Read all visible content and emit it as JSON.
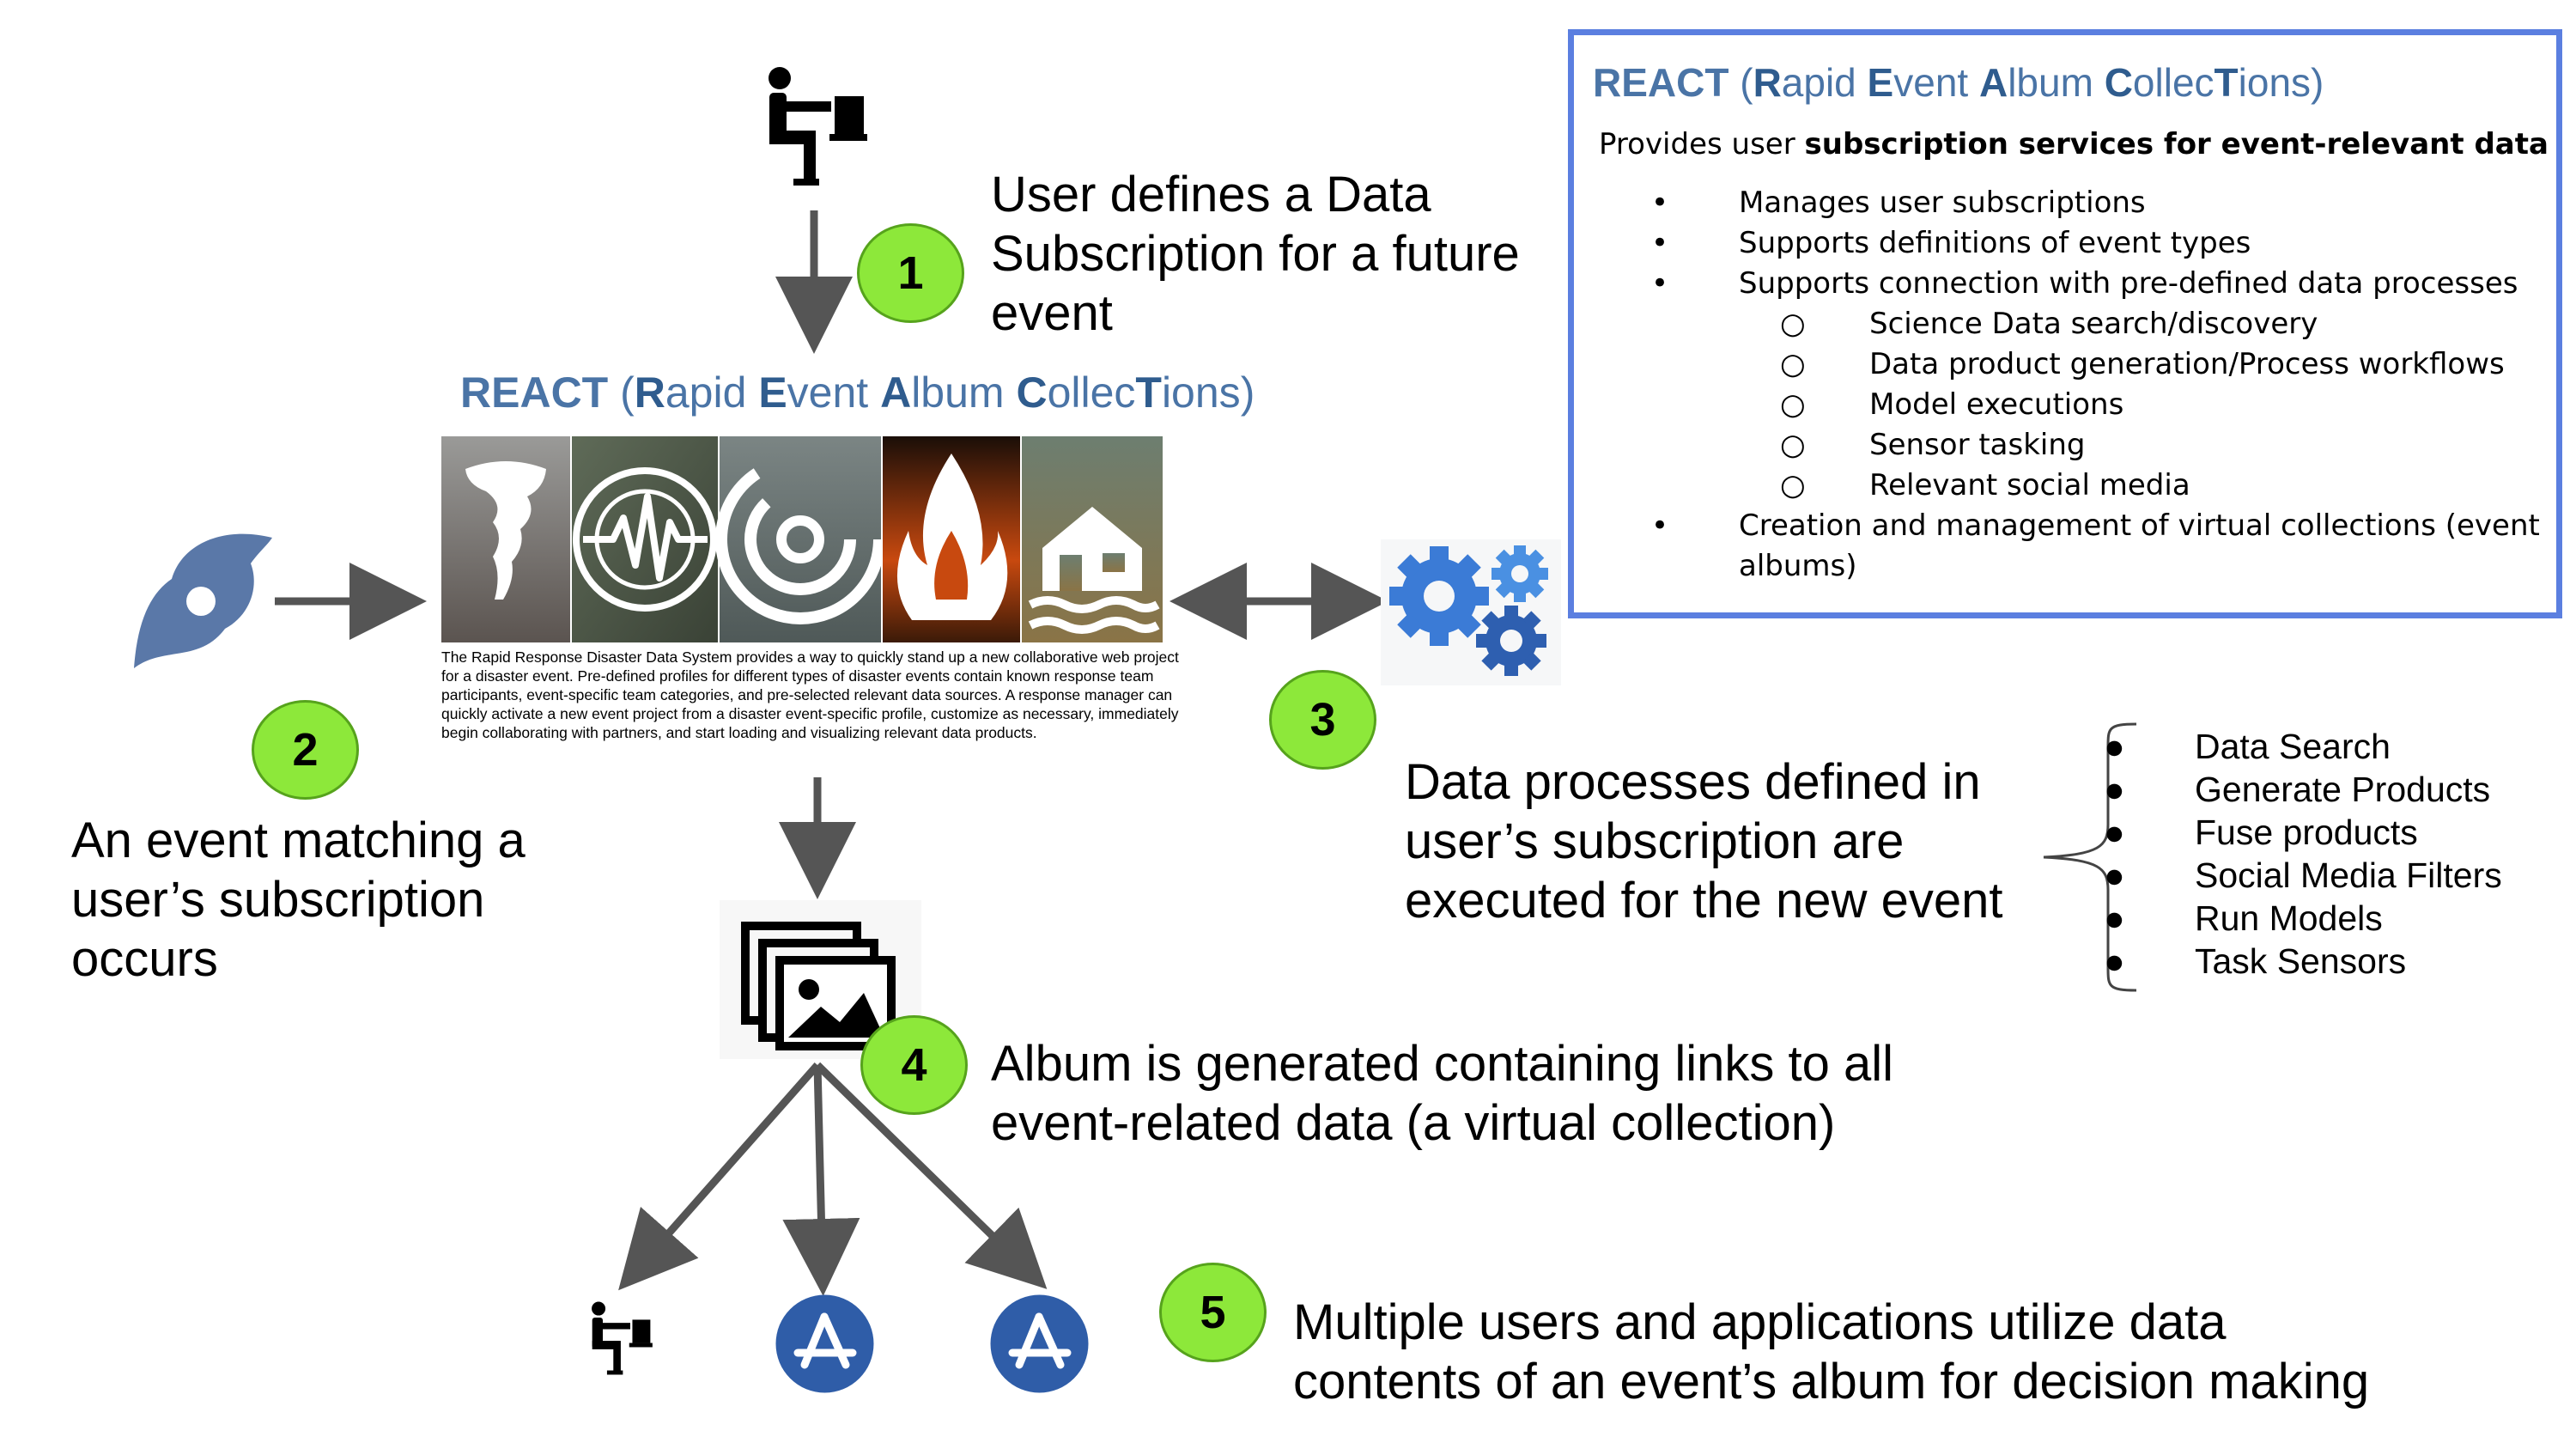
{
  "steps": [
    {
      "number": "1",
      "lines": [
        "User defines a Data",
        "Subscription for a future",
        "event"
      ]
    },
    {
      "number": "2",
      "lines": [
        "An event matching a",
        "user’s subscription",
        "occurs"
      ]
    },
    {
      "number": "3",
      "lines": [
        "Data processes defined in",
        "user’s subscription are",
        "executed for the new event"
      ]
    },
    {
      "number": "4",
      "lines": [
        "Album is generated containing links to all",
        "event-related data (a virtual collection)"
      ]
    },
    {
      "number": "5",
      "lines": [
        "Multiple users and applications utilize data",
        "contents of an event’s album for decision making"
      ]
    }
  ],
  "react_title": {
    "acronym": "REACT",
    "open": " (",
    "w1k": "R",
    "w1": "apid ",
    "w2k": "E",
    "w2": "vent ",
    "w3k": "A",
    "w3": "lbum ",
    "w4k": "C",
    "w4a": "ollec",
    "w4k2": "T",
    "w4b": "ions",
    "close": ")"
  },
  "center_blurb": "The Rapid Response Disaster Data System provides a way to quickly stand up a new collaborative web project for a disaster event. Pre-defined profiles for different types of disaster events contain known response team participants, event-specific team categories, and pre-selected relevant data sources.  A response manager can quickly activate a new event project from a disaster event-specific profile, customize as necessary, immediately begin collaborating with partners, and start loading and visualizing relevant data products.",
  "info_box": {
    "intro_plain": "Provides user ",
    "intro_bold": "subscription services for event-relevant data",
    "bullets": [
      "Manages user subscriptions",
      "Supports definitions of event types",
      "Supports connection with pre-defined data processes"
    ],
    "sub_bullets": [
      "Science Data search/discovery",
      "Data product generation/Process workflows",
      "Model executions",
      "Sensor tasking",
      "Relevant social media"
    ],
    "last_bullet_lines": [
      "Creation and management of virtual collections (event",
      "albums)"
    ]
  },
  "process_list": [
    "Data Search",
    "Generate Products",
    "Fuse products",
    "Social Media Filters",
    "Run Models",
    "Task Sensors"
  ],
  "icons": [
    "user-at-computer-icon",
    "hurricane-icon",
    "gears-icon",
    "photo-album-icon",
    "app-store-icon"
  ],
  "colors": {
    "badge": "#8de83a",
    "react_blue": "#4a74a6",
    "box_border": "#5b7fe0",
    "arrow": "#555555",
    "icon_blue": "#2f5da8",
    "gear_blue": "#3b7bd6"
  }
}
